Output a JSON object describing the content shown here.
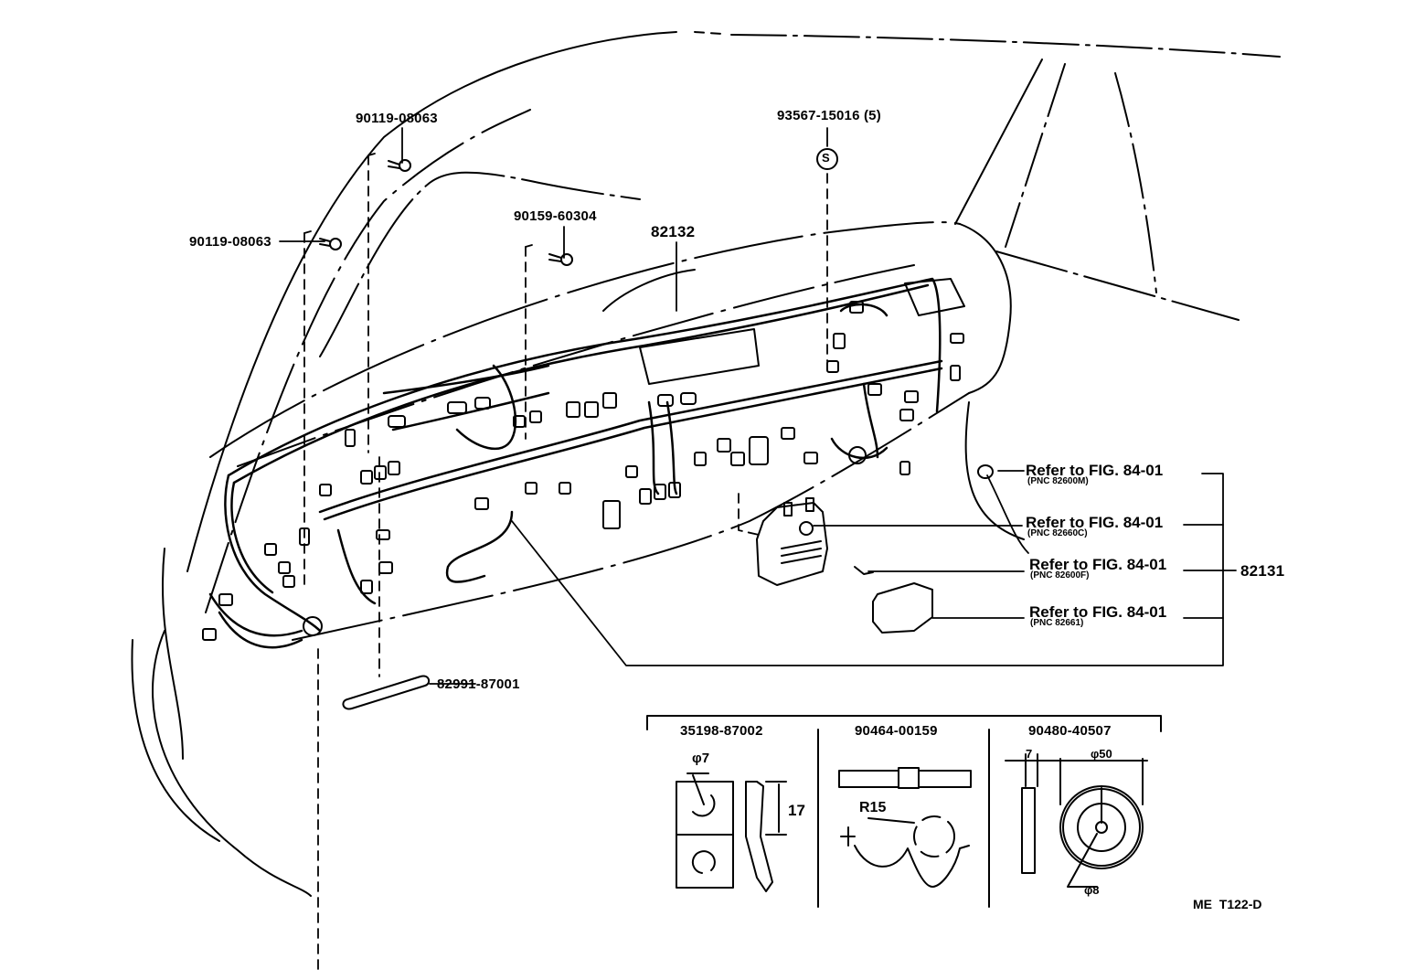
{
  "diagram": {
    "type": "parts-exploded-view",
    "subject": "Instrument panel wiring harness",
    "figure_code": "ME  T122-D"
  },
  "callouts": {
    "bolt_upper": "90119-08063",
    "bolt_left": "90119-08063",
    "screw": "90159-60304",
    "harness_main": "82132",
    "screw_s": "93567-15016 (5)",
    "screw_s_symbol": "S",
    "sleeve": "82991-87001",
    "assembly": "82131"
  },
  "references": [
    {
      "text": "Refer to FIG. 84-01",
      "pnc": "(PNC 82600M)"
    },
    {
      "text": "Refer to FIG. 84-01",
      "pnc": "(PNC 82660C)"
    },
    {
      "text": "Refer to FIG. 84-01",
      "pnc": "(PNC 82600F)"
    },
    {
      "text": "Refer to FIG. 84-01",
      "pnc": "(PNC 82661)"
    }
  ],
  "detail_parts": [
    {
      "part_no": "35198-87002",
      "dims": [
        "φ7",
        "17"
      ]
    },
    {
      "part_no": "90464-00159",
      "dims": [
        "R15"
      ]
    },
    {
      "part_no": "90480-40507",
      "dims": [
        "7",
        "φ50",
        "φ8"
      ]
    }
  ]
}
